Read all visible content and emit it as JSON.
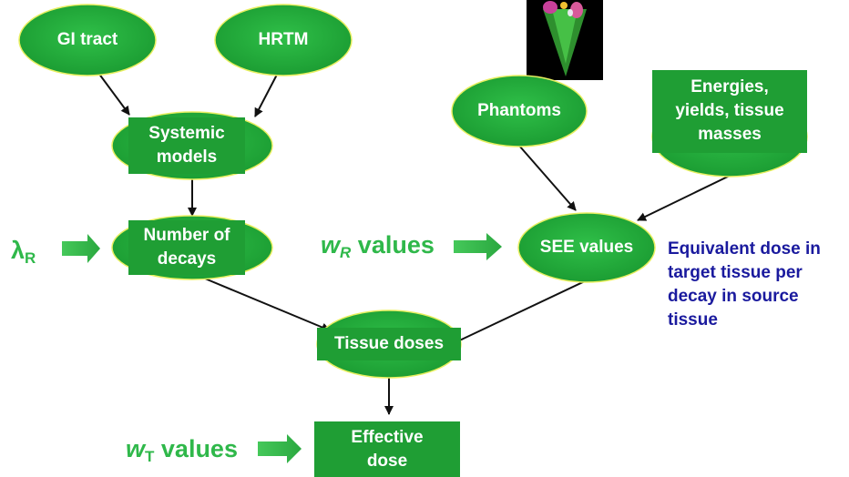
{
  "nodes": {
    "gi_tract": "GI tract",
    "hrtm": "HRTM",
    "systemic_models": "Systemic\nmodels",
    "number_of_decays": "Number of\ndecays",
    "phantoms": "Phantoms",
    "energies": "Energies,\nyields, tissue\nmasses",
    "see_values": "SEE values",
    "tissue_doses": "Tissue doses",
    "effective_dose": "Effective\ndose"
  },
  "inputs": {
    "lambda_symbol": "λ",
    "lambda_sub": "R",
    "wr_symbol": "w",
    "wr_sub": "R",
    "wr_text": " values",
    "wt_symbol": "w",
    "wt_sub": "T",
    "wt_text": " values"
  },
  "note": "Equivalent dose in\ntarget tissue per\ndecay in source\ntissue",
  "colors": {
    "node_fill": "#22a83a",
    "box_fill": "#1f9e34",
    "node_stroke": "#e8ef60",
    "input_text": "#2fb84a",
    "note_text": "#1a1a9e",
    "arrow": "#111111"
  }
}
